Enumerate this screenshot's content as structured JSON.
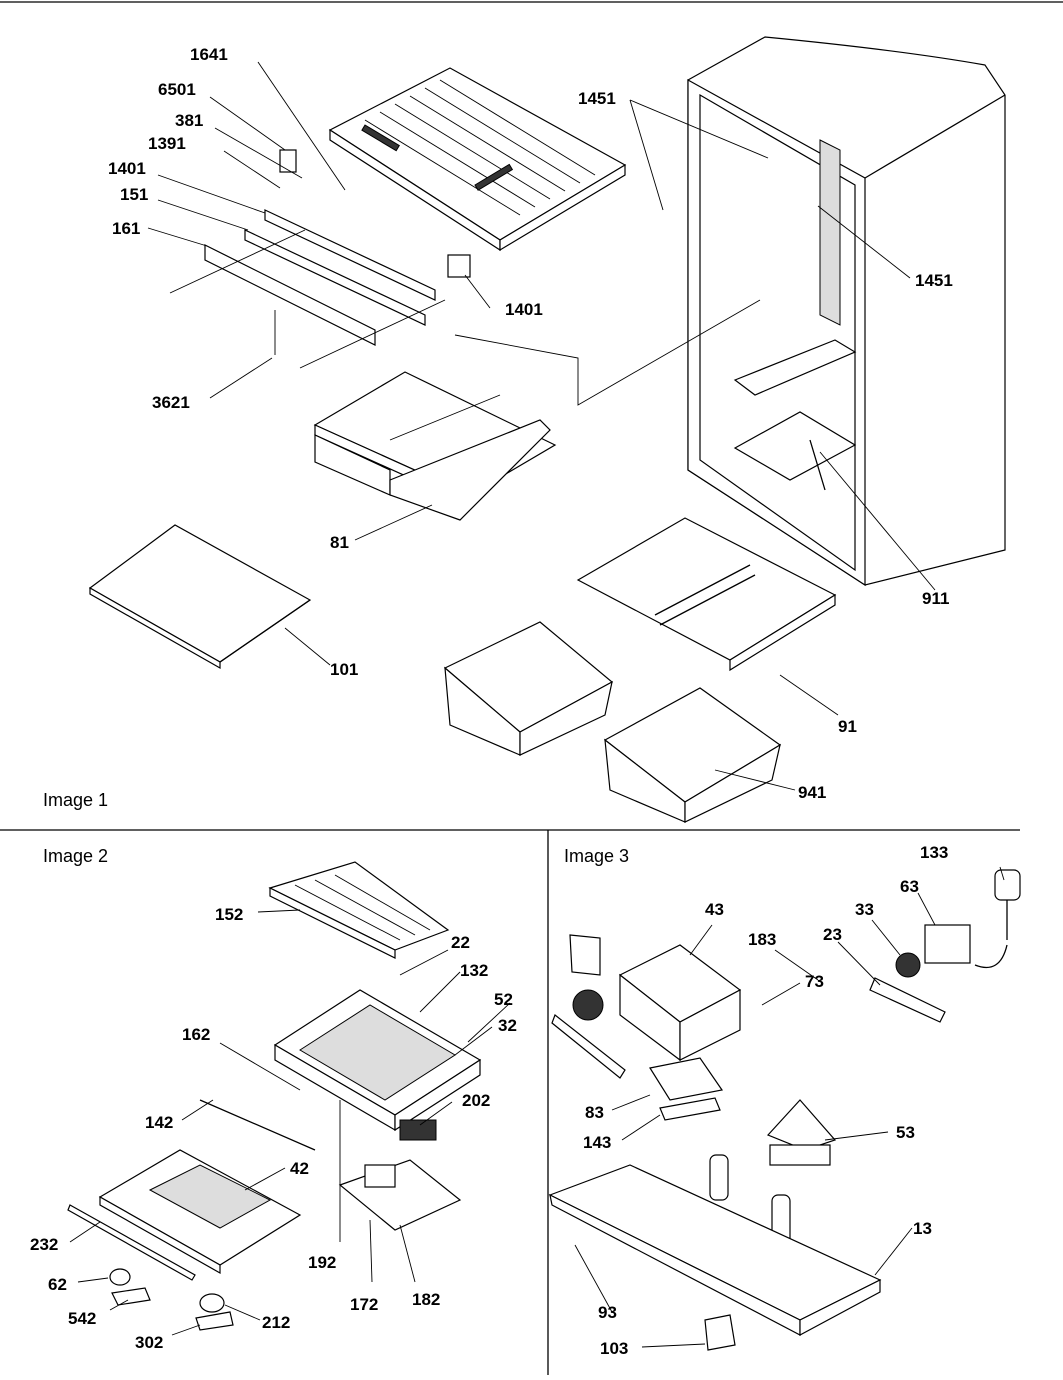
{
  "panels": [
    {
      "id": "image-1",
      "title": "Image 1"
    },
    {
      "id": "image-2",
      "title": "Image 2"
    },
    {
      "id": "image-3",
      "title": "Image 3"
    }
  ],
  "callouts": [
    "1641",
    "6501",
    "381",
    "1391",
    "1401",
    "151",
    "161",
    "1401",
    "3621",
    "1451",
    "1451",
    "81",
    "101",
    "911",
    "91",
    "941",
    "152",
    "22",
    "132",
    "52",
    "32",
    "162",
    "142",
    "202",
    "42",
    "232",
    "62",
    "542",
    "302",
    "212",
    "192",
    "172",
    "182",
    "133",
    "63",
    "33",
    "23",
    "43",
    "183",
    "73",
    "83",
    "143",
    "53",
    "13",
    "93",
    "103"
  ]
}
